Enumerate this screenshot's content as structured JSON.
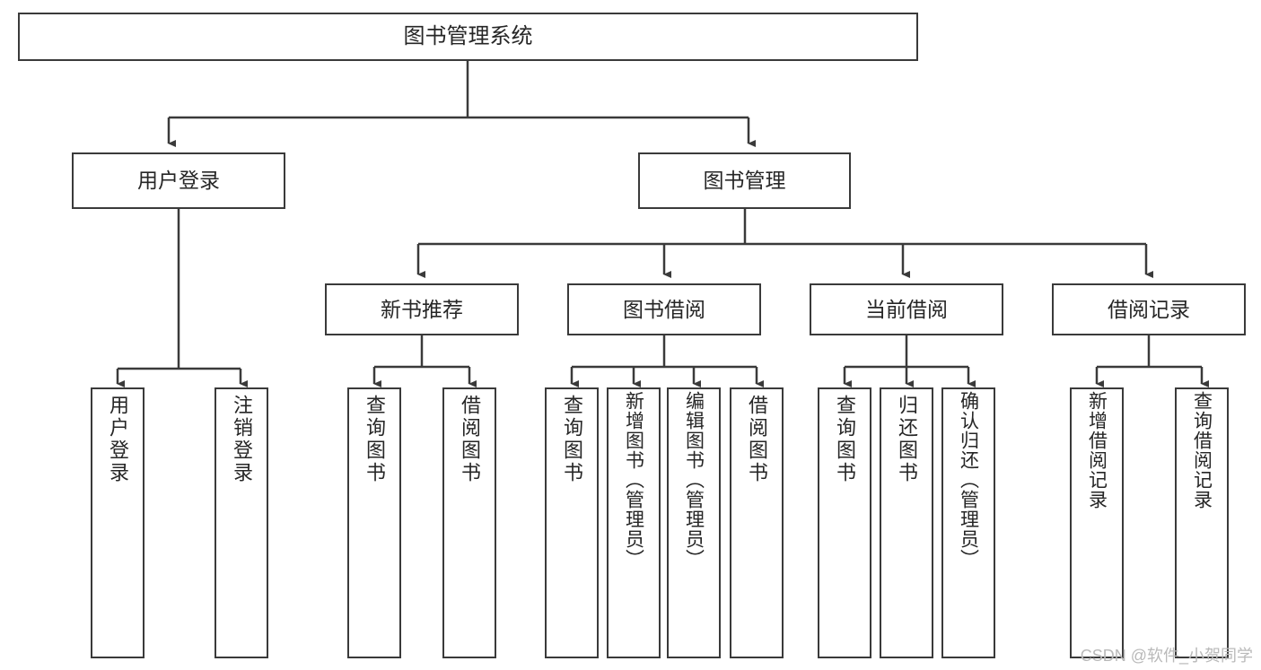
{
  "diagram": {
    "title": "图书管理系统",
    "type": "tree-hierarchy-diagram",
    "root": {
      "label": "图书管理系统"
    },
    "level2": [
      {
        "label": "用户登录"
      },
      {
        "label": "图书管理"
      }
    ],
    "level3": [
      {
        "label": "新书推荐"
      },
      {
        "label": "图书借阅"
      },
      {
        "label": "当前借阅"
      },
      {
        "label": "借阅记录"
      }
    ],
    "leaves": {
      "user_login": [
        {
          "label": "用户登录"
        },
        {
          "label": "注销登录"
        }
      ],
      "new_book_recommend": [
        {
          "label": "查询图书"
        },
        {
          "label": "借阅图书"
        }
      ],
      "book_borrow": [
        {
          "label": "查询图书"
        },
        {
          "label": "新增图书（管理员）"
        },
        {
          "label": "编辑图书（管理员）"
        },
        {
          "label": "借阅图书"
        }
      ],
      "current_borrow": [
        {
          "label": "查询图书"
        },
        {
          "label": "归还图书"
        },
        {
          "label": "确认归还（管理员）"
        }
      ],
      "borrow_record": [
        {
          "label": "新增借阅记录"
        },
        {
          "label": "查询借阅记录"
        }
      ]
    }
  },
  "watermark": {
    "text": "CSDN @软件_小贺同学"
  },
  "colors": {
    "border": "#3a3a3a",
    "text": "#262626",
    "background": "#ffffff",
    "watermark": "#b9b9b9"
  }
}
